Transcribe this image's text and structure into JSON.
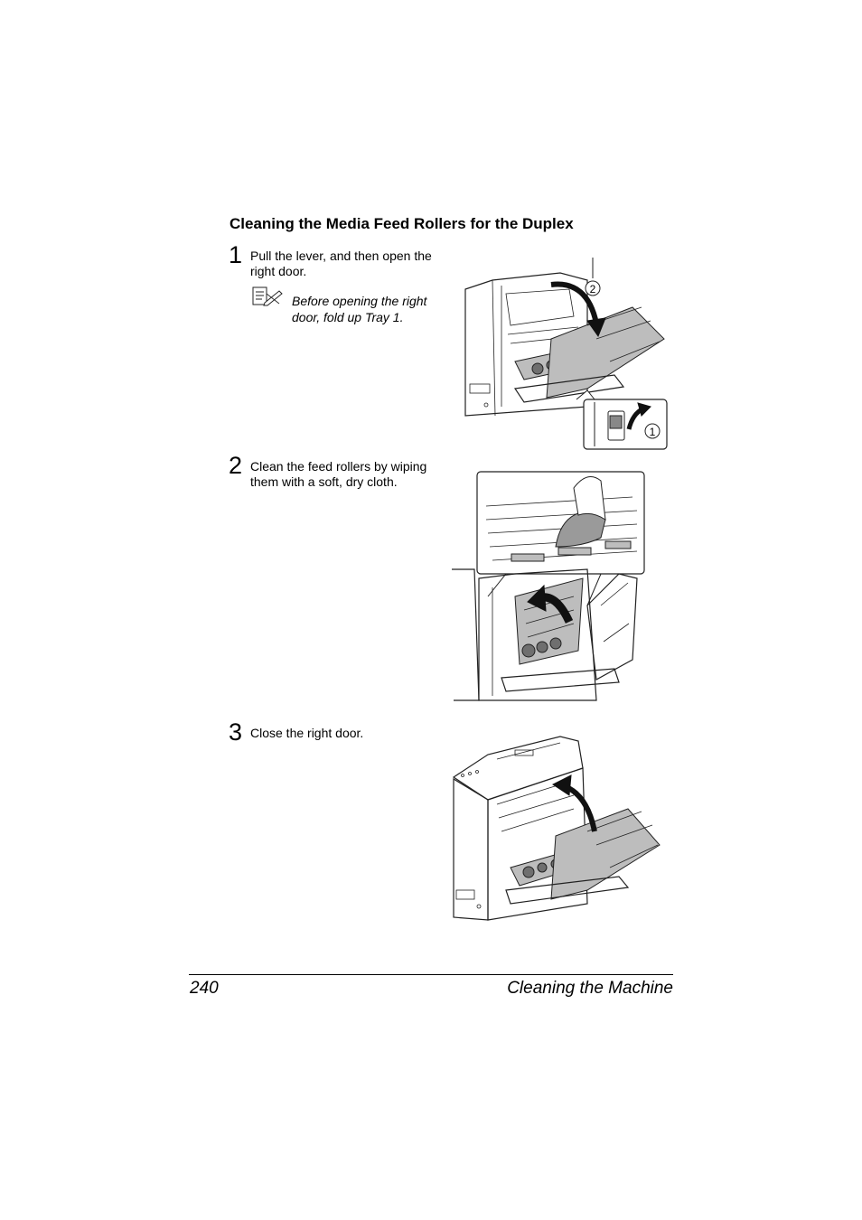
{
  "section": {
    "title": "Cleaning the Media Feed Rollers for the Duplex"
  },
  "steps": [
    {
      "number": "1",
      "text": "Pull the lever, and then open the right door."
    },
    {
      "number": "2",
      "text": "Clean the feed rollers by wiping them with a soft, dry cloth."
    },
    {
      "number": "3",
      "text": "Close the right door."
    }
  ],
  "note": {
    "icon": "note-pencil-icon",
    "text": "Before opening the right door, fold up Tray 1."
  },
  "illustrations": {
    "fig1_callouts": [
      "2",
      "1"
    ]
  },
  "footer": {
    "page_number": "240",
    "chapter_title": "Cleaning the Machine"
  }
}
